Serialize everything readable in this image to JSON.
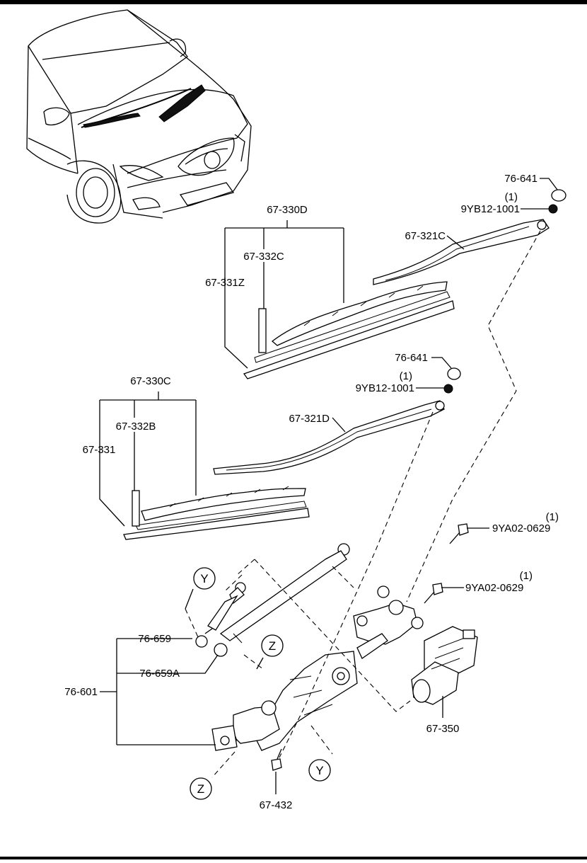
{
  "labels": {
    "cap_upper": "76-641",
    "qty_upper": "(1)",
    "nut_upper": "9YB12-1001",
    "arm_upper": "67-321C",
    "blade_set_upper": "67-330D",
    "blade_upper_a": "67-332C",
    "blade_upper_b": "67-331Z",
    "cap_lower": "76-641",
    "qty_lower": "(1)",
    "nut_lower": "9YB12-1001",
    "arm_lower": "67-321D",
    "blade_set_lower": "67-330C",
    "blade_lower_a": "67-332B",
    "blade_lower_b": "67-331",
    "bolt_1_qty": "(1)",
    "bolt_1": "9YA02-0629",
    "bolt_2_qty": "(1)",
    "bolt_2": "9YA02-0629",
    "link_y": "76-659",
    "link_z": "76-659A",
    "linkage_assy": "76-601",
    "motor": "67-350",
    "bolt_3": "67-432",
    "callout_y": "Y",
    "callout_z": "Z"
  }
}
